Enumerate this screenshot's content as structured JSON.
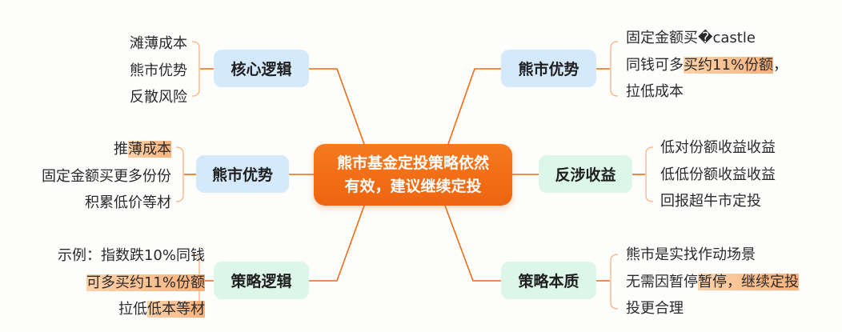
{
  "center": {
    "line1": "熊市基金定投策略依然",
    "line2": "有效，建议继续定投"
  },
  "colors": {
    "accent": "#f26a12",
    "blue_node": "#d4e9fb",
    "green_node": "#dcf6ea",
    "highlight": "#f8b57a"
  },
  "left": [
    {
      "label": "核心逻辑",
      "leaves": [
        [
          {
            "t": "滩薄成本"
          }
        ],
        [
          {
            "t": "熊市优势"
          }
        ],
        [
          {
            "t": "反散风险"
          }
        ]
      ]
    },
    {
      "label": "熊市优势",
      "leaves": [
        [
          {
            "t": "推"
          },
          {
            "t": "薄成本",
            "hl": true
          }
        ],
        [
          {
            "t": "固定金额买更多份份"
          }
        ],
        [
          {
            "t": "积累低价等材"
          }
        ]
      ]
    },
    {
      "label": "策略逻辑",
      "leaves": [
        [
          {
            "t": "示例：指数跌10%同钱"
          }
        ],
        [
          {
            "t": "可多买约11%份额",
            "hl": true
          }
        ],
        [
          {
            "t": "拉低"
          },
          {
            "t": "低本等材",
            "hl": true
          }
        ]
      ]
    }
  ],
  "right": [
    {
      "label": "熊市优势",
      "leaves": [
        [
          {
            "t": "固定金额买�castle"
          }
        ],
        [
          {
            "t": "同钱可多"
          },
          {
            "t": "买约11%份额",
            "hl": true
          },
          {
            "t": "，"
          }
        ],
        [
          {
            "t": "拉低成本"
          }
        ]
      ]
    },
    {
      "label": "反涉收益",
      "leaves": [
        [
          {
            "t": "低对份额收益收益"
          }
        ],
        [
          {
            "t": "低低份额收益收益"
          }
        ],
        [
          {
            "t": "回报超牛市定投"
          }
        ]
      ]
    },
    {
      "label": "策略本质",
      "leaves": [
        [
          {
            "t": "熊市是实找作动场景"
          }
        ],
        [
          {
            "t": "无需因暂停"
          },
          {
            "t": "暂停，继续定投",
            "hl": true
          }
        ],
        [
          {
            "t": "投更合理"
          }
        ]
      ]
    }
  ]
}
